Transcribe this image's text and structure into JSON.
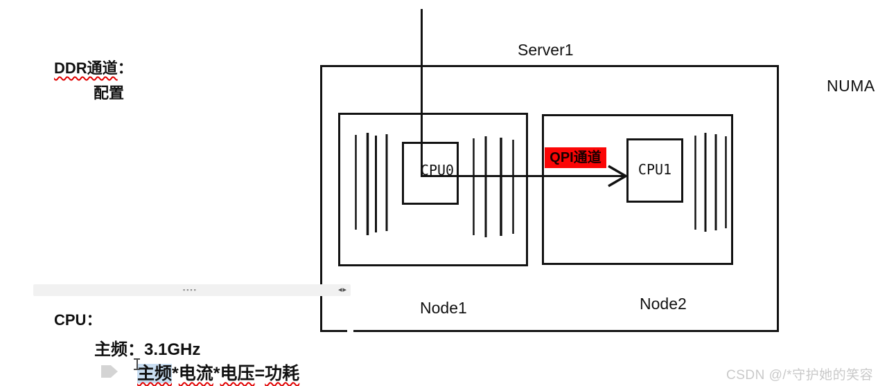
{
  "diagram": {
    "server_label": "Server1",
    "numa_label": "NUMA",
    "qpi_label": "QPI通道",
    "node1": {
      "label": "Node1",
      "cpu_label": "CPU0"
    },
    "node2": {
      "label": "Node2",
      "cpu_label": "CPU1"
    }
  },
  "annotations": {
    "ddr_word": "DDR通道",
    "ddr_colon": "：",
    "ddr_sub": "配置"
  },
  "notes": {
    "cpu_heading": "CPU：",
    "freq_line": "主频：3.1GHz",
    "formula": {
      "term1": "主频",
      "op1": "*",
      "term2": "电流",
      "op2": "*",
      "term3": "电压",
      "op3": "=",
      "term4": "功耗"
    }
  },
  "toolbar": {
    "drag_handle_glyph": "▪▪▪▪",
    "nav_left_glyph": "◂",
    "nav_right_glyph": "▸"
  },
  "watermark": "CSDN @/*守护她的笑容",
  "colors": {
    "qpi_highlight_bg": "#fb0606",
    "selection_blue": "#c9def2",
    "squiggle_red": "#e00000",
    "toolbar_gray": "#f1f1f1",
    "line_black": "#121212",
    "watermark_gray": "#c9c9c9"
  }
}
